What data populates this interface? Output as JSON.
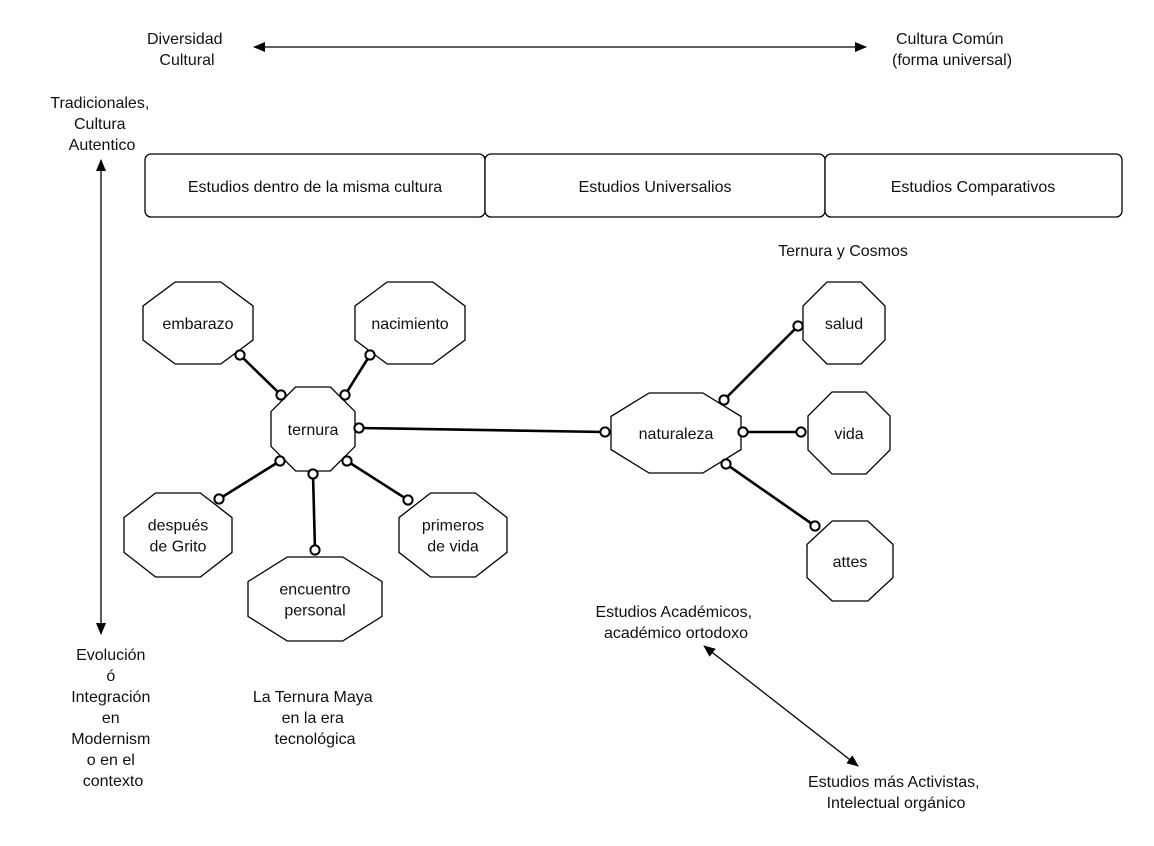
{
  "axis_horizontal": {
    "left_label": [
      "Diversidad",
      "Cultural"
    ],
    "right_label": [
      "Cultura Común",
      "(forma universal)"
    ]
  },
  "axis_vertical": {
    "top_label": [
      "Tradicionales,",
      "Cultura",
      "Autentico"
    ],
    "bottom_label": [
      "Evolución",
      "ó",
      "Integración",
      "en",
      "Modernism",
      "o en el",
      "contexto"
    ]
  },
  "categories": [
    {
      "id": "misma",
      "label": "Estudios dentro de la misma cultura"
    },
    {
      "id": "universales",
      "label": "Estudios Universalios"
    },
    {
      "id": "comparativos",
      "label": "Estudios Comparativos"
    }
  ],
  "nodes": [
    {
      "id": "embarazo",
      "lines": [
        "embarazo"
      ]
    },
    {
      "id": "nacimiento",
      "lines": [
        "nacimiento"
      ]
    },
    {
      "id": "ternura",
      "lines": [
        "ternura"
      ]
    },
    {
      "id": "despues",
      "lines": [
        "después",
        "de Grito"
      ]
    },
    {
      "id": "encuentro",
      "lines": [
        "encuentro",
        "personal"
      ]
    },
    {
      "id": "primeros",
      "lines": [
        "primeros",
        "de vida"
      ]
    },
    {
      "id": "naturaleza",
      "lines": [
        "naturaleza"
      ]
    },
    {
      "id": "salud",
      "lines": [
        "salud"
      ]
    },
    {
      "id": "vida",
      "lines": [
        "vida"
      ]
    },
    {
      "id": "attes",
      "lines": [
        "attes"
      ]
    }
  ],
  "edges": [
    {
      "from": "embarazo",
      "to": "ternura"
    },
    {
      "from": "nacimiento",
      "to": "ternura"
    },
    {
      "from": "despues",
      "to": "ternura"
    },
    {
      "from": "encuentro",
      "to": "ternura"
    },
    {
      "from": "primeros",
      "to": "ternura"
    },
    {
      "from": "ternura",
      "to": "naturaleza"
    },
    {
      "from": "salud",
      "to": "naturaleza"
    },
    {
      "from": "vida",
      "to": "naturaleza"
    },
    {
      "from": "attes",
      "to": "naturaleza"
    }
  ],
  "group_labels": {
    "ternura_maya": [
      "La Ternura Maya",
      "en la era",
      "tecnológica"
    ],
    "ternura_cosmos": [
      "Ternura y Cosmos"
    ]
  },
  "axis_diagonal": {
    "top_label": [
      "Estudios Académicos,",
      "académico ortodoxo"
    ],
    "bottom_label": [
      "Estudios más Activistas,",
      "Intelectual orgánico"
    ]
  }
}
